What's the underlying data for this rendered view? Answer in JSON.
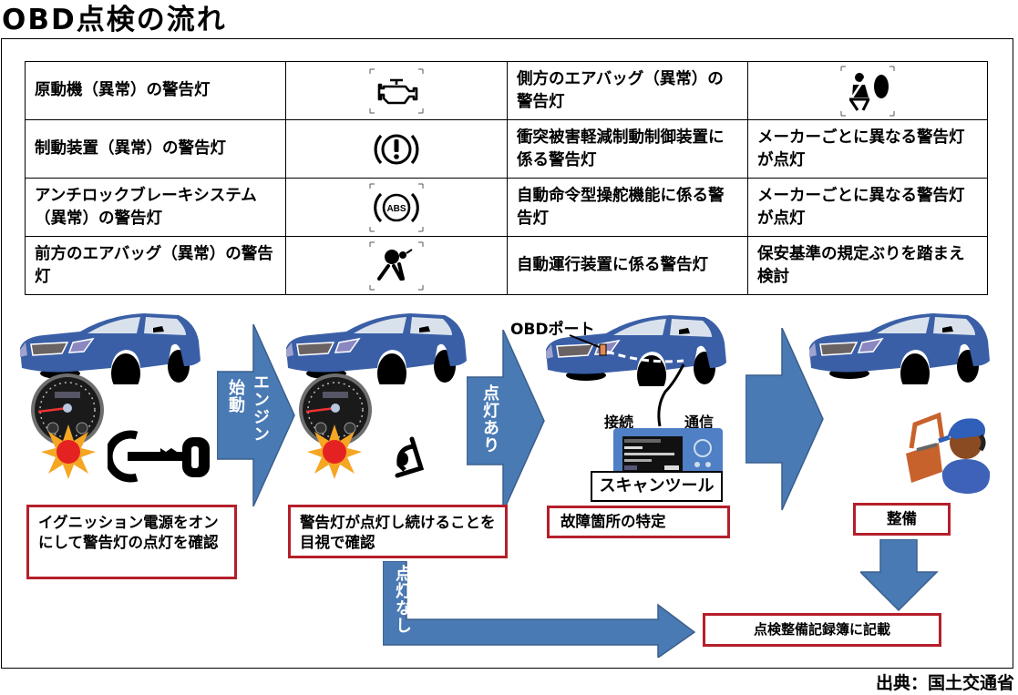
{
  "title": "OBD点検の流れ",
  "table": {
    "rows": [
      {
        "left_label": "原動機（異常）の警告灯",
        "left_icon": "engine-check-icon",
        "right_label": "側方のエアバッグ（異常）の警告灯",
        "right_icon": "side-airbag-icon",
        "right_text": ""
      },
      {
        "left_label": "制動装置（異常）の警告灯",
        "left_icon": "brake-warning-icon",
        "right_label": "衝突被害軽減制動制御装置に係る警告灯",
        "right_icon": "",
        "right_text": "メーカーごとに異なる警告灯が点灯"
      },
      {
        "left_label": "アンチロックブレーキシステム（異常）の警告灯",
        "left_icon": "abs-warning-icon",
        "abs_text": "ABS",
        "right_label": "自動命令型操舵機能に係る警告灯",
        "right_icon": "",
        "right_text": "メーカーごとに異なる警告灯が点灯"
      },
      {
        "left_label": "前方のエアバッグ（異常）の警告灯",
        "left_icon": "front-airbag-icon",
        "right_label": "自動運行装置に係る警告灯",
        "right_icon": "",
        "right_text": "保安基準の規定ぶりを踏まえ検討"
      }
    ]
  },
  "flow": {
    "arrow1_label_a": "エンジン",
    "arrow1_label_b": "始動",
    "arrow2_label": "点灯あり",
    "arrow_no_light_label": "点灯なし",
    "obd_port_label": "OBDポート",
    "connect_label": "接続",
    "communicate_label": "通信",
    "scan_tool_label": "スキャンツール",
    "steps": [
      {
        "text": "イグニッション電源をオンにして警告灯の点灯を確認"
      },
      {
        "text": "警告灯が点灯し続けることを目視で確認"
      },
      {
        "text": "故障箇所の特定"
      },
      {
        "text": "整備"
      },
      {
        "text": "点検整備記録簿に記載"
      }
    ]
  },
  "colors": {
    "arrow_blue": "#4a7ab4",
    "car_blue": "#3a5fa6",
    "box_red": "#b51f2a"
  },
  "source": "出典：国土交通省"
}
